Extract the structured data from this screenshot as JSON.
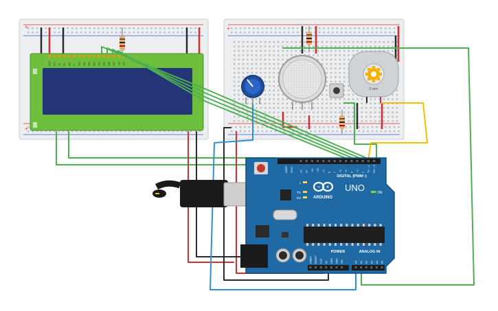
{
  "lcd": {
    "pin_labels": [
      "GND",
      "VCC",
      "V0",
      "RS",
      "RW",
      "E",
      "DB0",
      "DB1",
      "DB2",
      "DB3",
      "DB4",
      "DB5",
      "DB6",
      "DB7",
      "LED",
      "LED"
    ]
  },
  "motor": {
    "speed_label": "0 rpm"
  },
  "arduino": {
    "logo_text": "ARDUINO",
    "model": "UNO",
    "digital_header": "DIGITAL (PWM~)",
    "power_header": "POWER",
    "analog_header": "ANALOG IN",
    "on_label": "ON",
    "tx_label": "TX",
    "rx_label": "RX",
    "l_label": "L",
    "aref_label": "AREF",
    "gnd_label": "GND",
    "digital_pins": [
      "13",
      "12",
      "~11",
      "~10",
      "~9",
      "8",
      "7",
      "~6",
      "~5",
      "4",
      "~3",
      "2",
      "TX→1",
      "RX←0"
    ],
    "power_pins": [
      "IOREF",
      "RESET",
      "3.3V",
      "5V",
      "GND",
      "GND",
      "VIN"
    ],
    "analog_pins": [
      "A0",
      "A1",
      "A2",
      "A3",
      "A4",
      "A5"
    ]
  },
  "colors": {
    "board_blue": "#1f6aa5",
    "wire_red": "#d32f2f",
    "wire_black": "#2b2b2b",
    "wire_green": "#4caf50",
    "wire_blue": "#2d8fd5",
    "wire_yellow": "#f2c200",
    "lcd_green": "#6fbf3f",
    "lcd_screen": "#233477"
  }
}
